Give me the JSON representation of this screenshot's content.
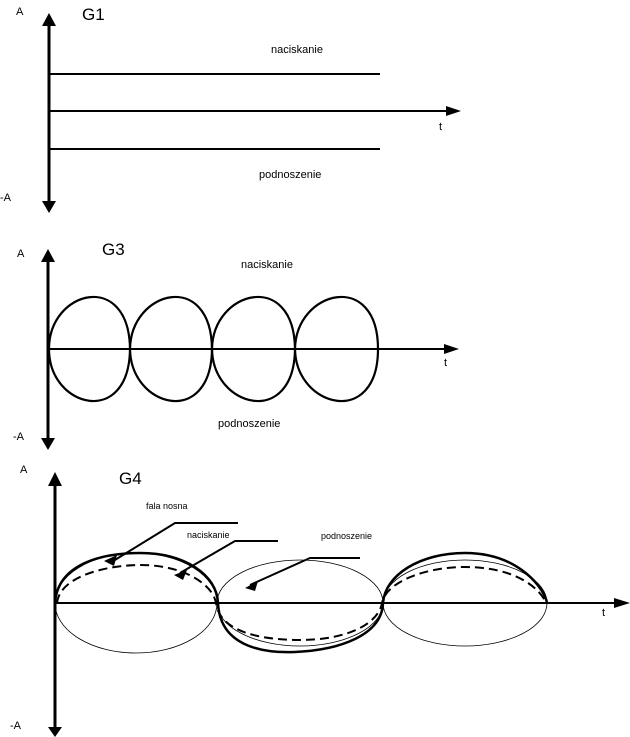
{
  "diagrams": [
    {
      "id": "G1",
      "title": "G1",
      "y_axis_top": "A",
      "y_axis_bottom": "-A",
      "x_axis": "t",
      "upper_label": "naciskanie",
      "lower_label": "podnoszenie"
    },
    {
      "id": "G3",
      "title": "G3",
      "y_axis_top": "A",
      "y_axis_bottom": "-A",
      "x_axis": "t",
      "upper_label": "naciskanie",
      "lower_label": "podnoszenie",
      "lobes": 4
    },
    {
      "id": "G4",
      "title": "G4",
      "y_axis_top": "A",
      "y_axis_bottom": "-A",
      "x_axis": "t",
      "callouts": [
        {
          "label": "fala nosna"
        },
        {
          "label": "naciskanie"
        },
        {
          "label": "podnoszenie"
        }
      ]
    }
  ],
  "colors": {
    "stroke": "#000000",
    "background": "#ffffff"
  }
}
